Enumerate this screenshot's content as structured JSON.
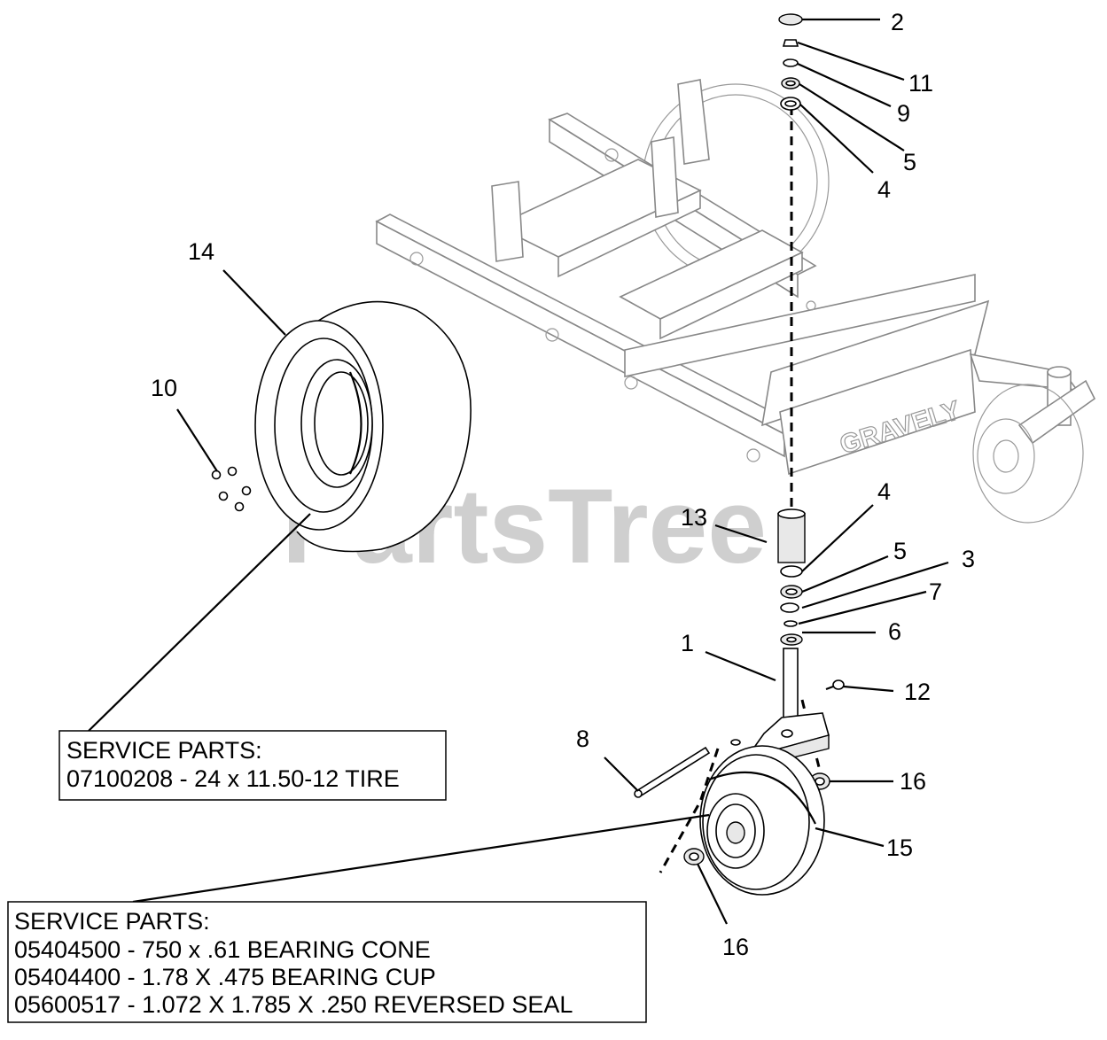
{
  "watermark": "PartsTree",
  "callouts": [
    {
      "id": "c-2",
      "text": "2"
    },
    {
      "id": "c-11",
      "text": "11"
    },
    {
      "id": "c-9",
      "text": "9"
    },
    {
      "id": "c-5a",
      "text": "5"
    },
    {
      "id": "c-4a",
      "text": "4"
    },
    {
      "id": "c-14",
      "text": "14"
    },
    {
      "id": "c-10",
      "text": "10"
    },
    {
      "id": "c-4b",
      "text": "4"
    },
    {
      "id": "c-13",
      "text": "13"
    },
    {
      "id": "c-5b",
      "text": "5"
    },
    {
      "id": "c-3",
      "text": "3"
    },
    {
      "id": "c-7",
      "text": "7"
    },
    {
      "id": "c-6",
      "text": "6"
    },
    {
      "id": "c-1",
      "text": "1"
    },
    {
      "id": "c-12",
      "text": "12"
    },
    {
      "id": "c-8",
      "text": "8"
    },
    {
      "id": "c-16a",
      "text": "16"
    },
    {
      "id": "c-15",
      "text": "15"
    },
    {
      "id": "c-16b",
      "text": "16"
    }
  ],
  "brand_logo": "GRAVELY",
  "tire_box": {
    "title": "SERVICE PARTS:",
    "lines": [
      "07100208 - 24 x 11.50-12 TIRE"
    ]
  },
  "caster_box": {
    "title": "SERVICE PARTS:",
    "lines": [
      "05404500 - 750 x .61 BEARING CONE",
      "05404400 - 1.78 X .475 BEARING CUP",
      "05600517 - 1.072 X 1.785 X .250 REVERSED SEAL"
    ]
  }
}
